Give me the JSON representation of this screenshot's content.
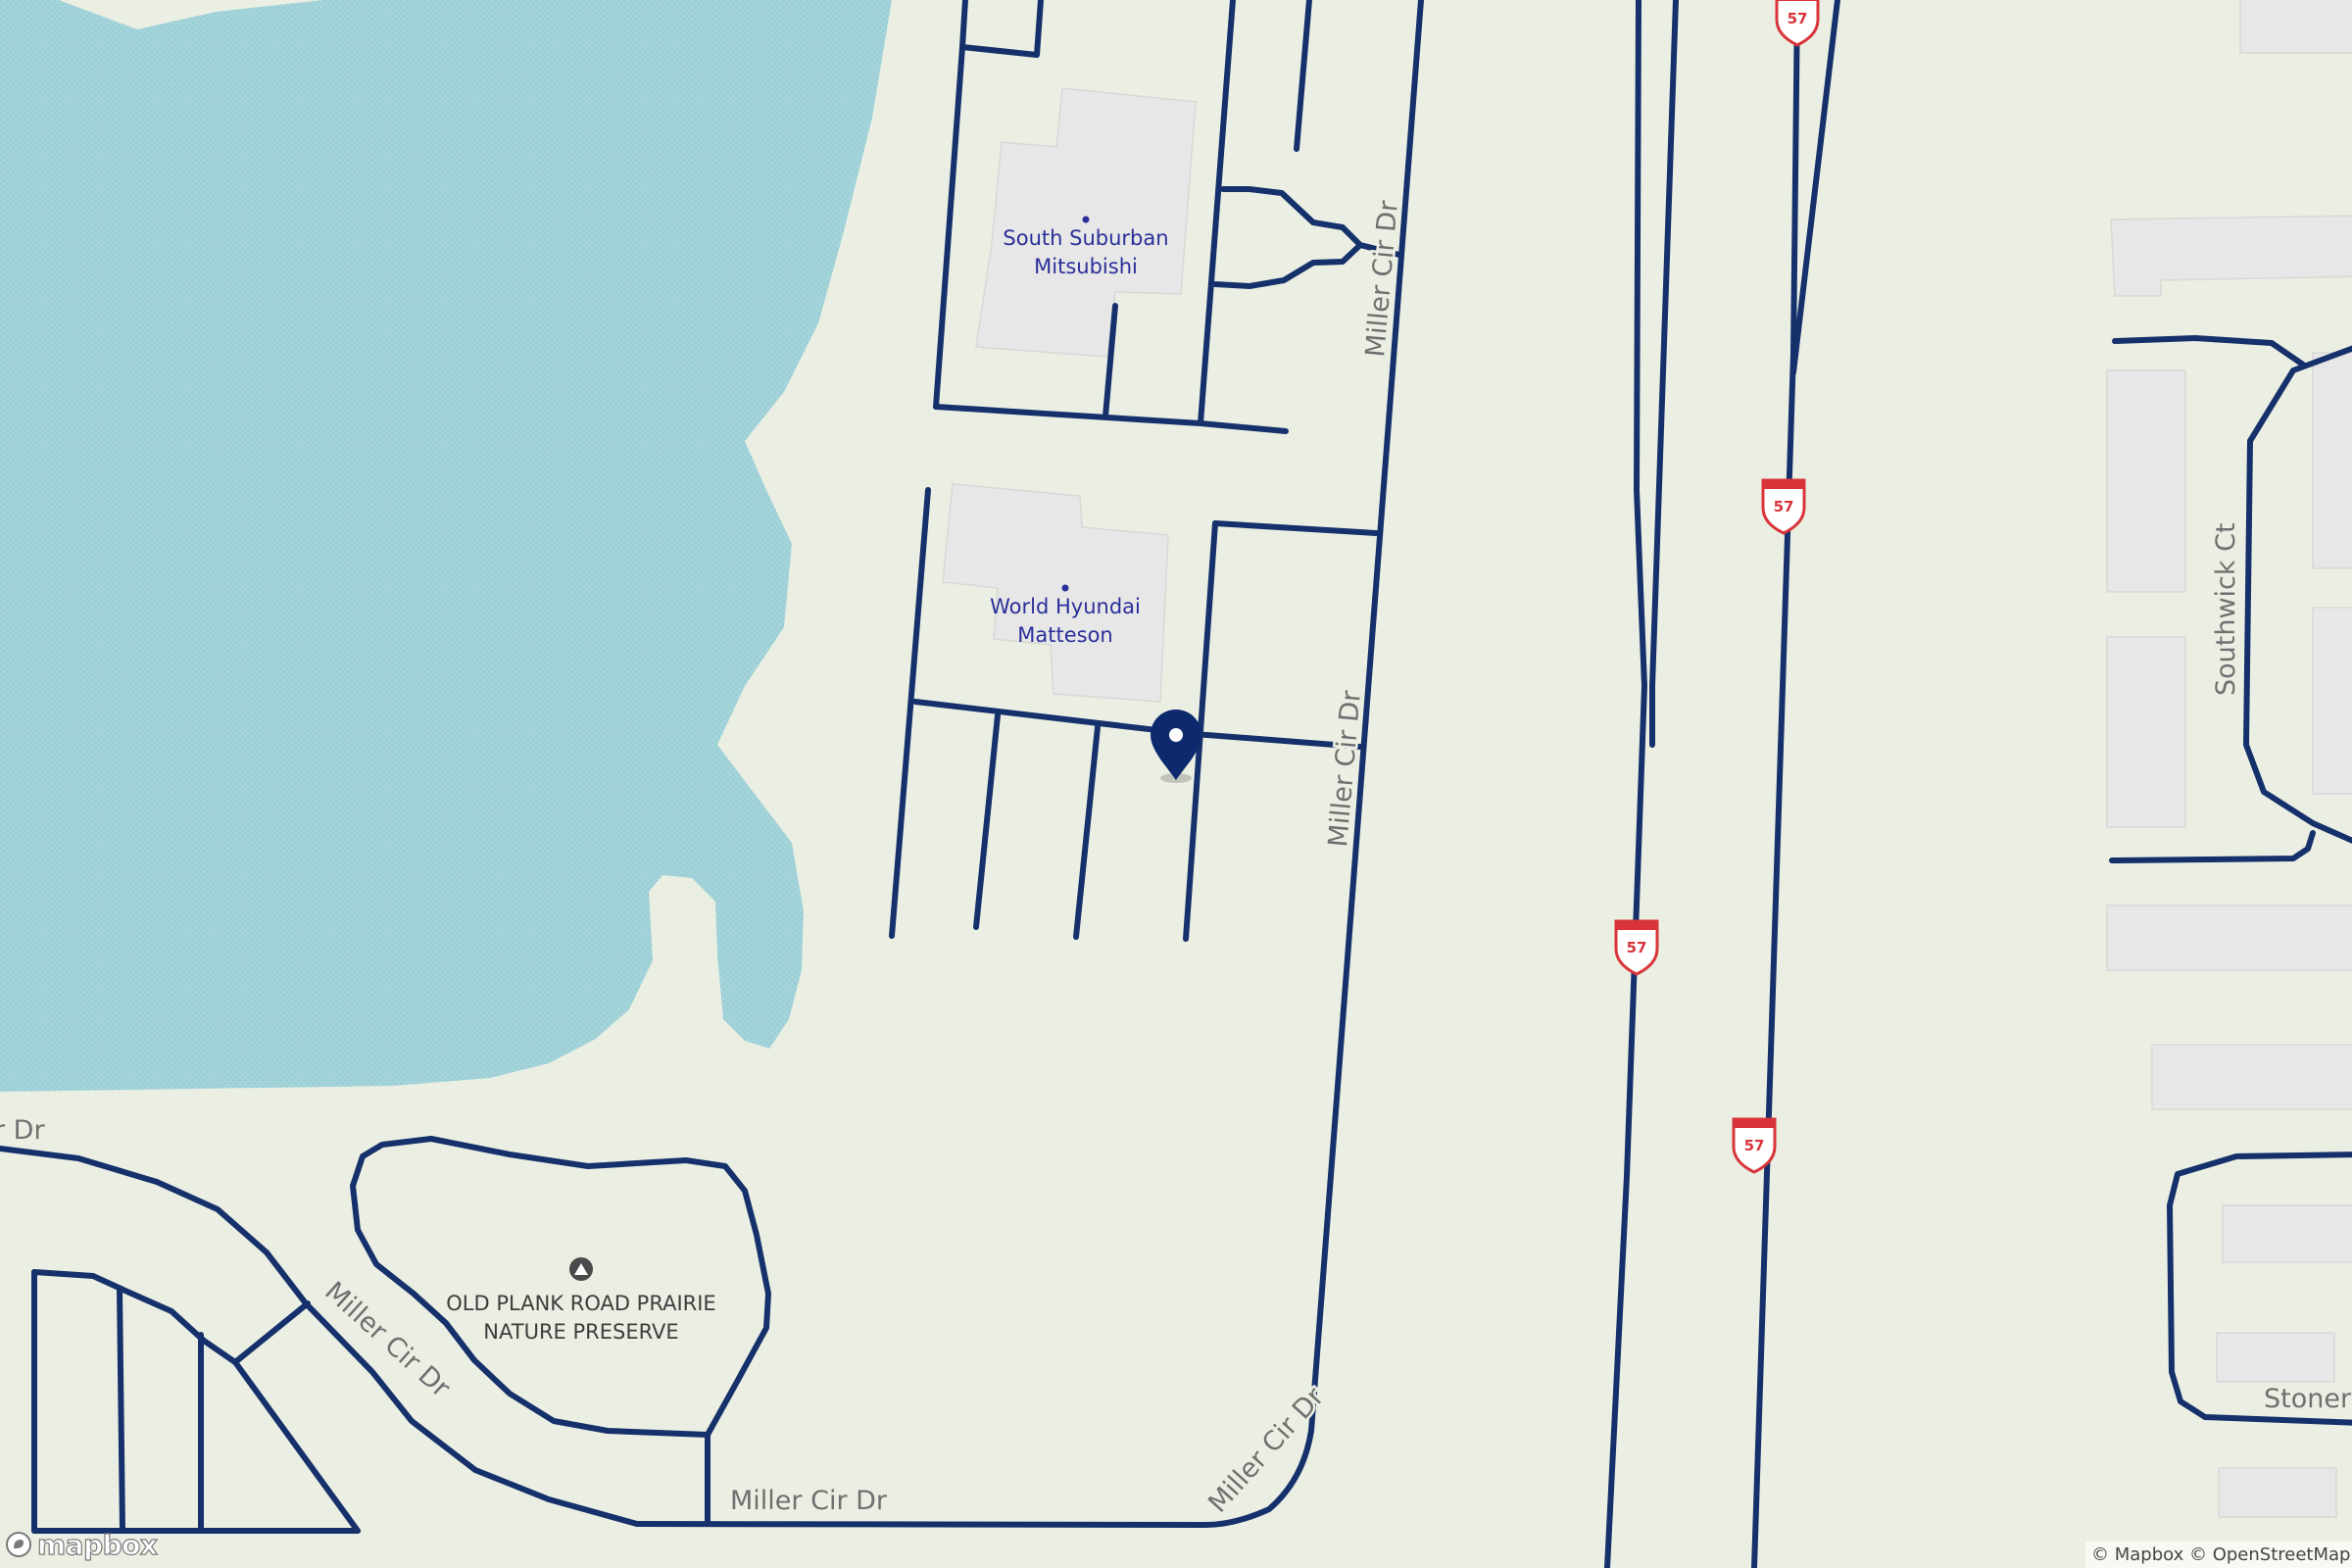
{
  "map": {
    "pois": [
      {
        "name_line1": "South Suburban",
        "name_line2": "Mitsubishi"
      },
      {
        "name_line1": "World Hyundai",
        "name_line2": "Matteson"
      }
    ],
    "park": {
      "name_line1": "OLD PLANK ROAD PRAIRIE",
      "name_line2": "NATURE PRESERVE"
    },
    "streets": {
      "miller_cir_dr": "Miller Cir Dr",
      "miller_cir_dr_fragment": "r Dr",
      "southwick_ct": "Southwick Ct",
      "stoner_fragment": "Stoner"
    },
    "highway_shield": "57",
    "colors": {
      "land": "#ebefe3",
      "water": "#a4d4da",
      "road": "#15306b",
      "building": "#e6e7e6",
      "poi_text": "#2a2f9a",
      "shield": "#d8343a",
      "marker": "#0d2a6e"
    }
  },
  "branding": {
    "logo": "mapbox",
    "attribution_mapbox": "© Mapbox",
    "attribution_osm": "© OpenStreetMap"
  }
}
